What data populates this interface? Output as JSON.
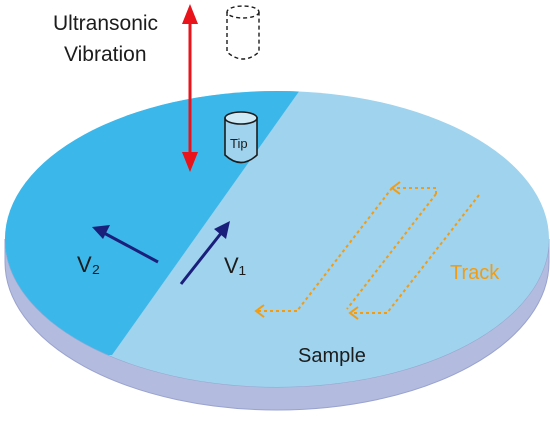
{
  "labels": {
    "vibration_line1": "Ultransonic",
    "vibration_line2": "Vibration",
    "tip": "Tip",
    "v1": "V₁",
    "v2": "V₂",
    "track": "Track",
    "sample": "Sample"
  },
  "colors": {
    "disk_side": "#b3bbde",
    "disk_side_edge": "#9aa3cf",
    "sample_region": "#9fd3ee",
    "region_v2": "#3bb7ea",
    "vibration_arrow": "#e8131b",
    "velocity_arrow": "#1b1f7c",
    "track": "#f39c12",
    "outline": "#1c1c1c"
  },
  "icons": [
    "vibration-arrow-icon",
    "tip-icon",
    "tip-ghost-icon",
    "velocity-arrow-icon",
    "track-path-icon"
  ]
}
